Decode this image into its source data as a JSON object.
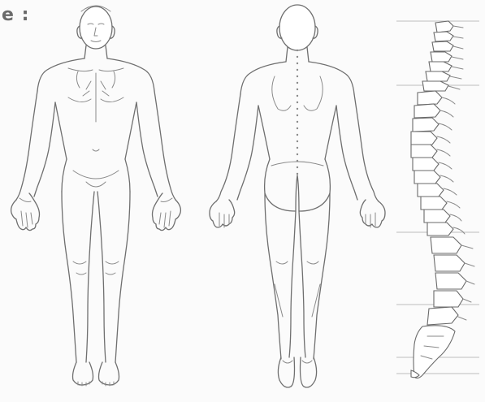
{
  "heading": {
    "text": "e :"
  },
  "figures": {
    "front": {
      "icon": "human-body-front-outline"
    },
    "back": {
      "icon": "human-body-back-outline"
    },
    "spine": {
      "icon": "vertebral-column-side-view"
    }
  },
  "colors": {
    "line": "#6f6f6f",
    "background": "#fbfbfb"
  }
}
